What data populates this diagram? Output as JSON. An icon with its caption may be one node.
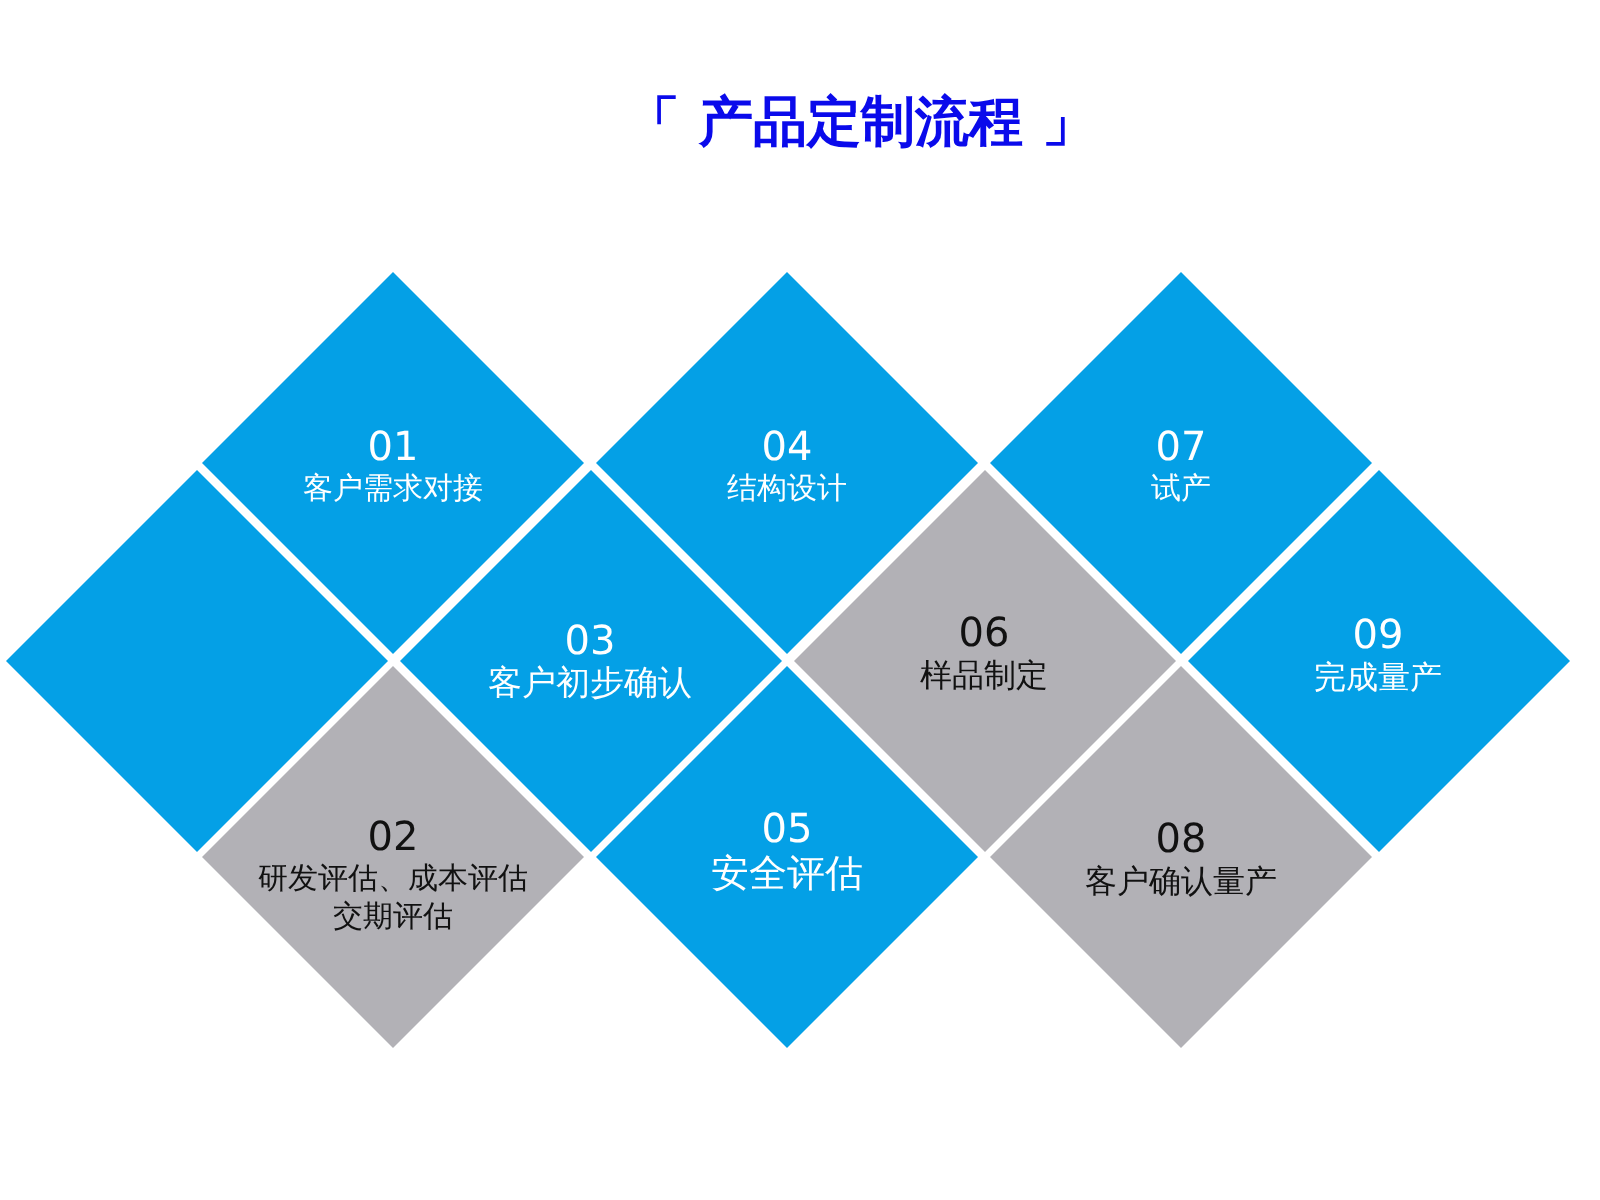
{
  "diagram": {
    "title": "「 产品定制流程 」",
    "nodes": [
      {
        "text": [],
        "shape": "diamond"
      },
      {
        "text": [
          "01",
          "客户需求对接"
        ]
      },
      {
        "text": [
          "02",
          "研发评估、成本评估交期评估"
        ]
      },
      {
        "text": [
          "03",
          "客户初步确认"
        ]
      },
      {
        "text": [
          "04",
          "结构设计"
        ]
      },
      {
        "text": [
          "05",
          "安全评估"
        ]
      },
      {
        "text": [
          "06",
          "样品制定"
        ]
      },
      {
        "text": [
          "07",
          "试产"
        ]
      },
      {
        "text": [
          "08",
          "客户确认量产"
        ]
      },
      {
        "text": [
          "09",
          "完成量产"
        ]
      }
    ]
  }
}
